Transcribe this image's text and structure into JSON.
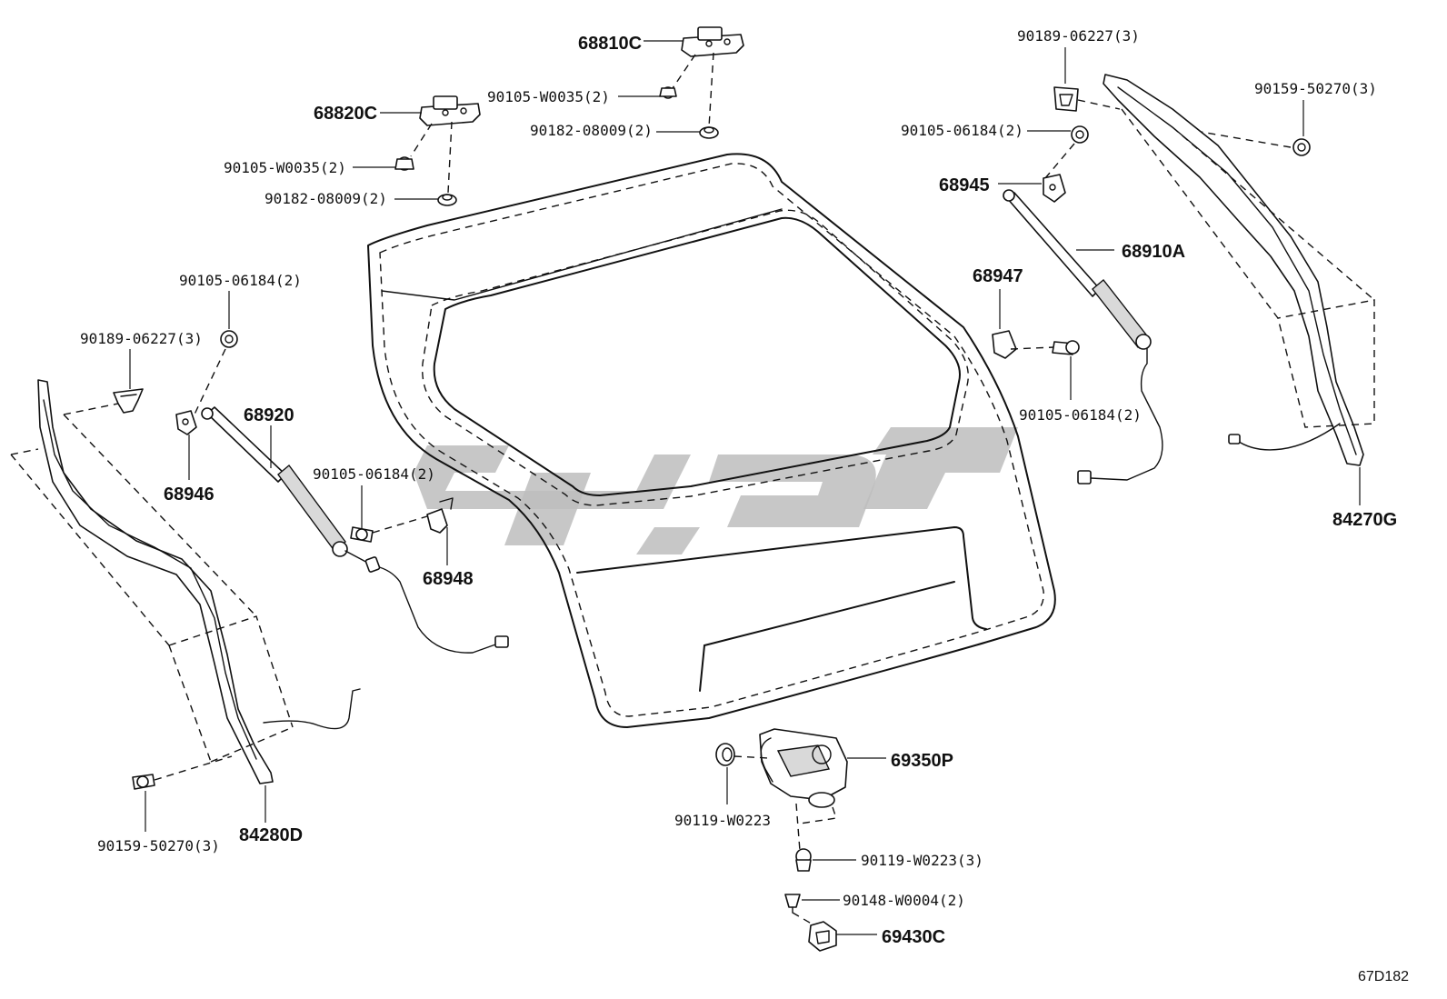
{
  "diagram": {
    "ref_code": "67D182",
    "labels": {
      "p68810C": "68810C",
      "p90105_W0035_top": "90105-W0035(2)",
      "p90182_08009_top": "90182-08009(2)",
      "p68820C": "68820C",
      "p90105_W0035_left": "90105-W0035(2)",
      "p90182_08009_left": "90182-08009(2)",
      "p90105_06184_left": "90105-06184(2)",
      "p90189_06227_left": "90189-06227(3)",
      "p68920": "68920",
      "p68946": "68946",
      "p90105_06184_mid": "90105-06184(2)",
      "p68948": "68948",
      "p90159_50270_left": "90159-50270(3)",
      "p84280D": "84280D",
      "p90189_06227_right": "90189-06227(3)",
      "p90105_06184_right": "90105-06184(2)",
      "p68945": "68945",
      "p68910A": "68910A",
      "p68947": "68947",
      "p90105_06184_right2": "90105-06184(2)",
      "p90159_50270_right": "90159-50270(3)",
      "p84270G": "84270G",
      "p69350P": "69350P",
      "p90119_W0223": "90119-W0223",
      "p90119_W0223_3": "90119-W0223(3)",
      "p90148_W0004": "90148-W0004(2)",
      "p69430C": "69430C"
    }
  }
}
